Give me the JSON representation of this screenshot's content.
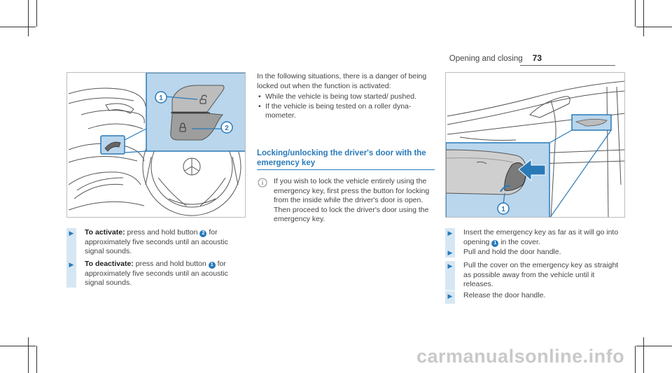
{
  "header": {
    "section": "Opening and closing",
    "page": "73"
  },
  "figure_left": {
    "callouts": [
      "1",
      "2"
    ]
  },
  "figure_right": {
    "callouts": [
      "1"
    ]
  },
  "left_steps": [
    {
      "label": "To activate:",
      "before": " press and hold button ",
      "num": "2",
      "after": " for approximately five seconds until an acoustic signal sounds."
    },
    {
      "label": "To deactivate:",
      "before": " press and hold button ",
      "num": "1",
      "after": " for approximately five seconds until an acoustic signal sounds."
    }
  ],
  "middle": {
    "intro": "In the following situations, there is a danger of being locked out when the function is activated:",
    "bullets": [
      "While the vehicle is being tow started/ pushed.",
      "If the vehicle is being tested on a roller dyna­mometer."
    ],
    "heading": "Locking/unlocking the driver's door with the emergency key",
    "note": "If you wish to lock the vehicle entirely using the emergency key, first press the button for locking from the inside while the driver's door is open. Then proceed to lock the driv­er's door using the emergency key."
  },
  "right_steps": [
    {
      "before": "Insert the emergency key as far as it will go into opening ",
      "num": "1",
      "after": " in the cover."
    },
    {
      "before": "Pull and hold the door handle."
    },
    {
      "before": "Pull the cover on the emergency key as straight as possible away from the vehicle until it releases."
    },
    {
      "before": "Release the door handle."
    }
  ],
  "watermark": "carmanualsonline.info",
  "colors": {
    "accent": "#2a7ab8",
    "bar": "#d6e7f3",
    "figure_blue": "#b9d6ec"
  }
}
